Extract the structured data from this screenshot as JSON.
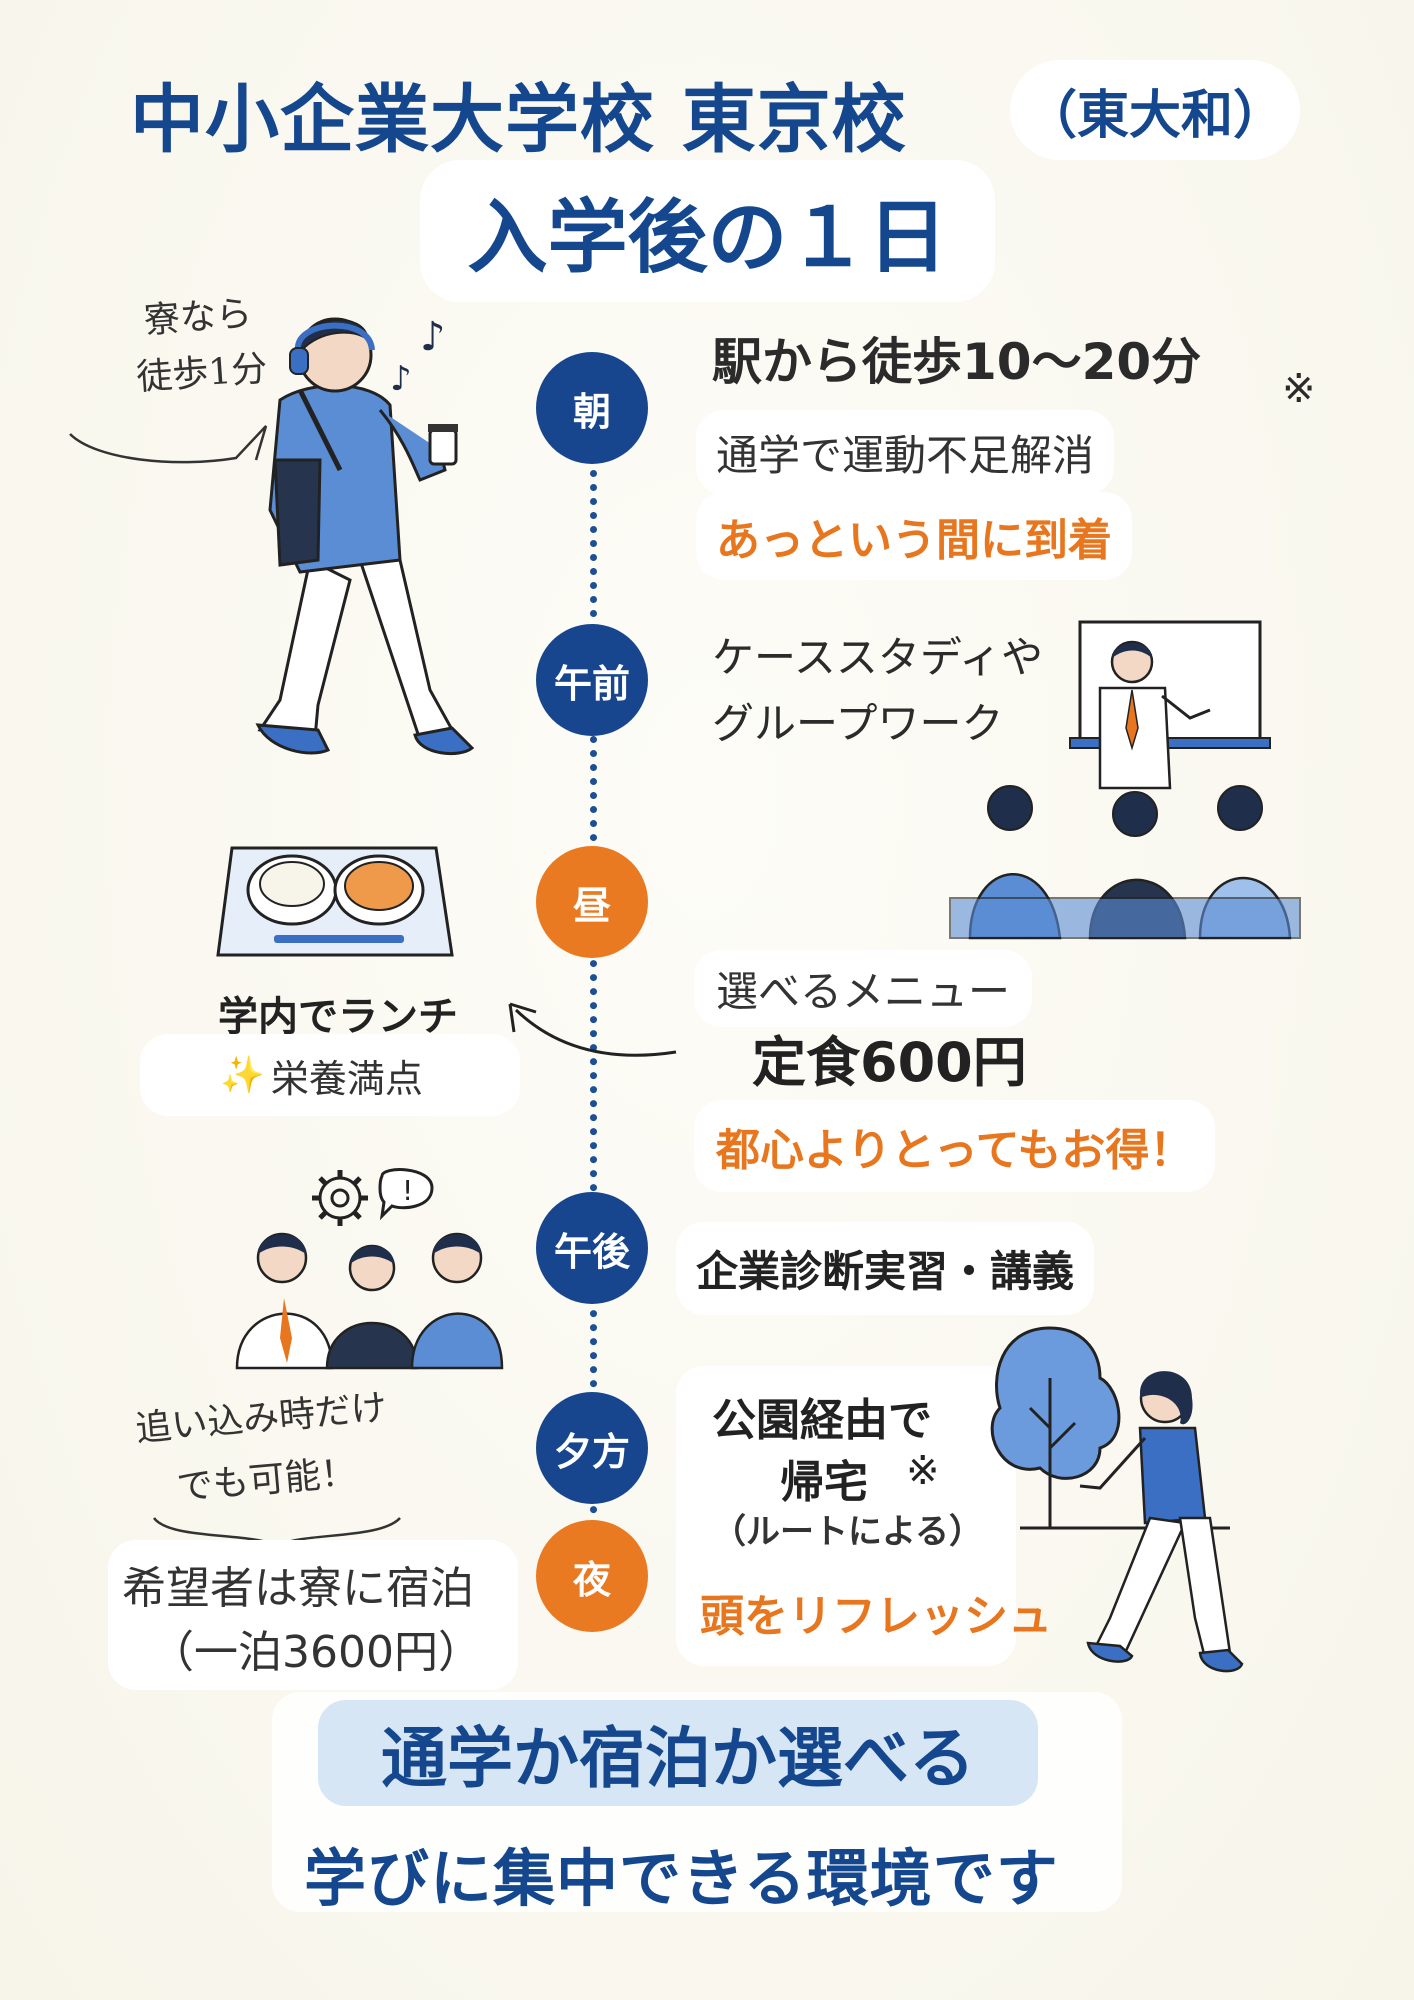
{
  "header": {
    "title_main": "中小企業大学校 東京校",
    "title_sub": "（東大和）",
    "title_day": "入学後の１日"
  },
  "callouts": {
    "dorm_walk": "寮なら\n徒歩1分",
    "lunch_title": "学内でランチ",
    "lunch_sparkle": "✨",
    "lunch_sub": "栄養満点",
    "cram_note": "追い込み時だけ\nでも可能！",
    "stay_line1": "希望者は寮に宿泊",
    "stay_line2": "（一泊3600円）"
  },
  "timeline": {
    "morning": {
      "label": "朝",
      "title": "駅から徒歩10〜20分",
      "note_mark": "※",
      "line1": "通学で運動不足解消",
      "line2": "あっという間に到着"
    },
    "forenoon": {
      "label": "午前",
      "line1": "ケーススタディや",
      "line2": "グループワーク"
    },
    "noon": {
      "label": "昼",
      "line1": "選べるメニュー",
      "line2": "定食600円",
      "line3": "都心よりとってもお得！"
    },
    "afternoon": {
      "label": "午後",
      "line1": "企業診断実習・講義"
    },
    "evening": {
      "label": "夕方",
      "line1": "公園経由で",
      "line2": "帰宅",
      "note_mark": "※",
      "line3": "（ルートによる）",
      "line4": "頭をリフレッシュ"
    },
    "night": {
      "label": "夜"
    }
  },
  "footer": {
    "line1": "通学か宿泊か選べる",
    "line2": "学びに集中できる環境です"
  },
  "colors": {
    "navy": "#14478e",
    "orange": "#e8761e",
    "light_blue_band": "#d6e6f5"
  }
}
